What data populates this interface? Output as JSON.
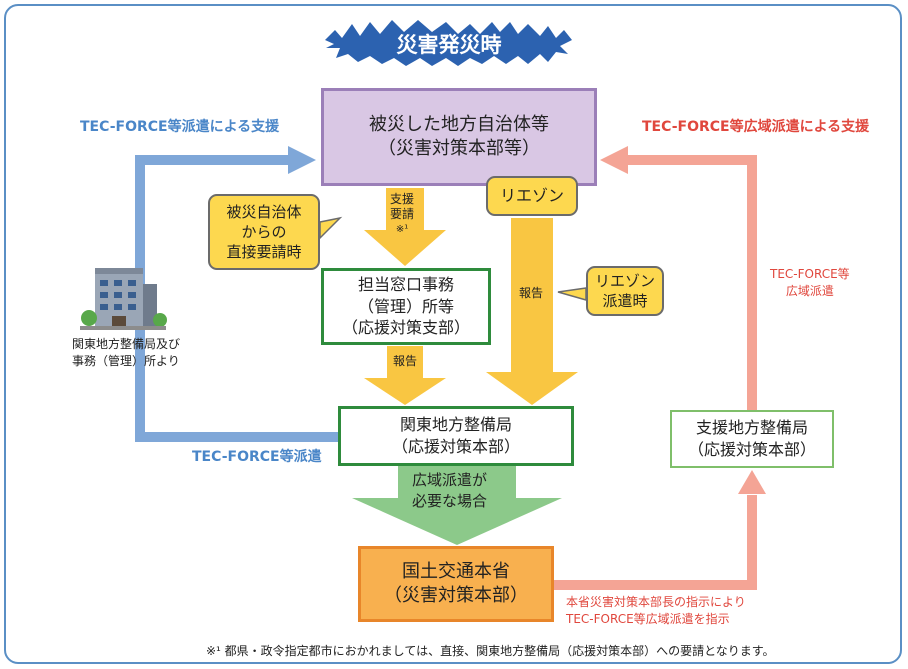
{
  "title": "災害発災時",
  "nodes": {
    "disaster_municipality": {
      "line1": "被災した地方自治体等",
      "line2": "（災害対策本部等）"
    },
    "liaison": {
      "label": "リエゾン"
    },
    "office": {
      "line1": "担当窓口事務",
      "line2": "（管理）所等",
      "line3": "（応援対策支部）"
    },
    "kanto_bureau": {
      "line1": "関東地方整備局",
      "line2": "（応援対策本部）"
    },
    "support_bureau": {
      "line1": "支援地方整備局",
      "line2": "（応援対策本部）"
    },
    "mlit": {
      "line1": "国土交通本省",
      "line2": "（災害対策本部）"
    }
  },
  "callouts": {
    "direct_request": {
      "line1": "被災自治体",
      "line2": "からの",
      "line3": "直接要請時"
    },
    "liaison_dispatch": {
      "line1": "リエゾン",
      "line2": "派遣時"
    }
  },
  "arrows": {
    "support_request": {
      "line1": "支援",
      "line2": "要請",
      "mark": "※¹"
    },
    "report_vertical": {
      "label": "報告"
    },
    "report_office": {
      "label": "報告"
    },
    "wide_dispatch_needed": {
      "line1": "広域派遣が",
      "line2": "必要な場合"
    }
  },
  "labels": {
    "tec_force_support": "TEC-FORCE等派遣による支援",
    "tec_force_wide_support": "TEC-FORCE等広域派遣による支援",
    "tec_force_dispatch": "TEC-FORCE等派遣",
    "wide_dispatch_line1": "TEC-FORCE等",
    "wide_dispatch_line2": "広域派遣",
    "from_bureau_line1": "関東地方整備局及び",
    "from_bureau_line2": "事務（管理）所より",
    "instruction_line1": "本省災害対策本部長の指示により",
    "instruction_line2": "TEC-FORCE等広域派遣を指示"
  },
  "footnote": "※¹ 都県・政令指定都市におかれましては、直接、関東地方整備局（応援対策本部）への要請となります。",
  "colors": {
    "blue_arrow": "#7fa7d8",
    "red_arrow": "#f4a495",
    "yellow_arrow": "#f9c642",
    "green_arrow": "#8cc98a",
    "purple_box": "#d9c7e4",
    "orange_box": "#f8b04f",
    "green_border": "#2e8b3c",
    "title_bg": "#2c62b0"
  }
}
